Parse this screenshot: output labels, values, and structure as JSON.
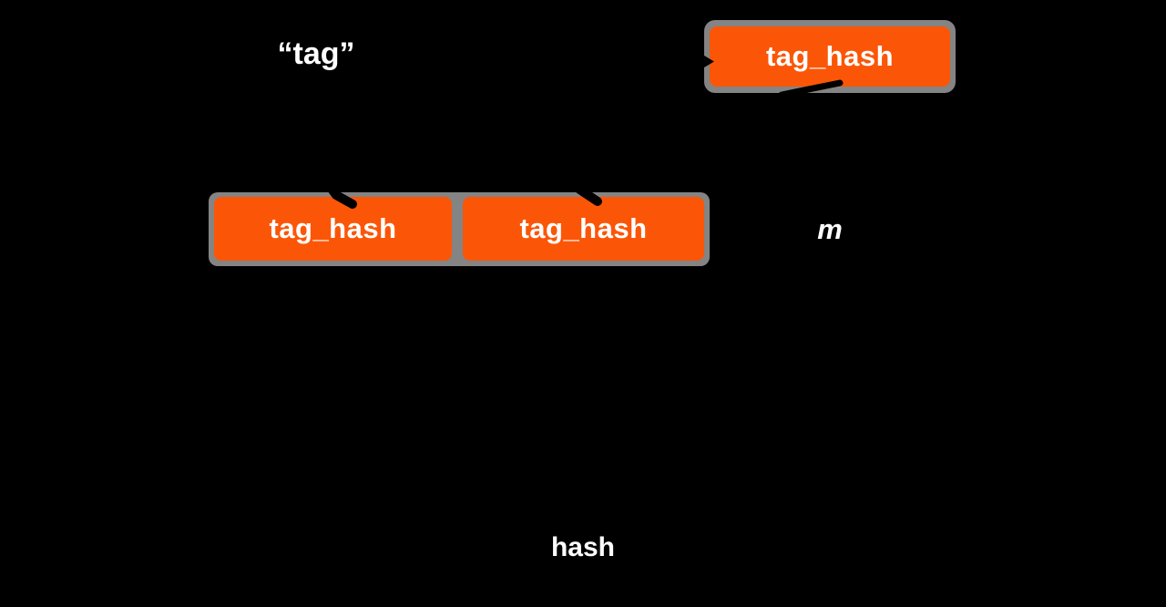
{
  "diagram": {
    "background_color": "#000000",
    "box_fill_color": "#fb5607",
    "box_border_color": "#848484",
    "text_color": "#ffffff",
    "arrow_color": "#000000",
    "nodes": {
      "tag_label": "“tag”",
      "tag_hash_result": "tag_hash",
      "concat_box_1": "tag_hash",
      "concat_box_2": "tag_hash",
      "message_label": "m",
      "hash_label": "hash"
    }
  }
}
